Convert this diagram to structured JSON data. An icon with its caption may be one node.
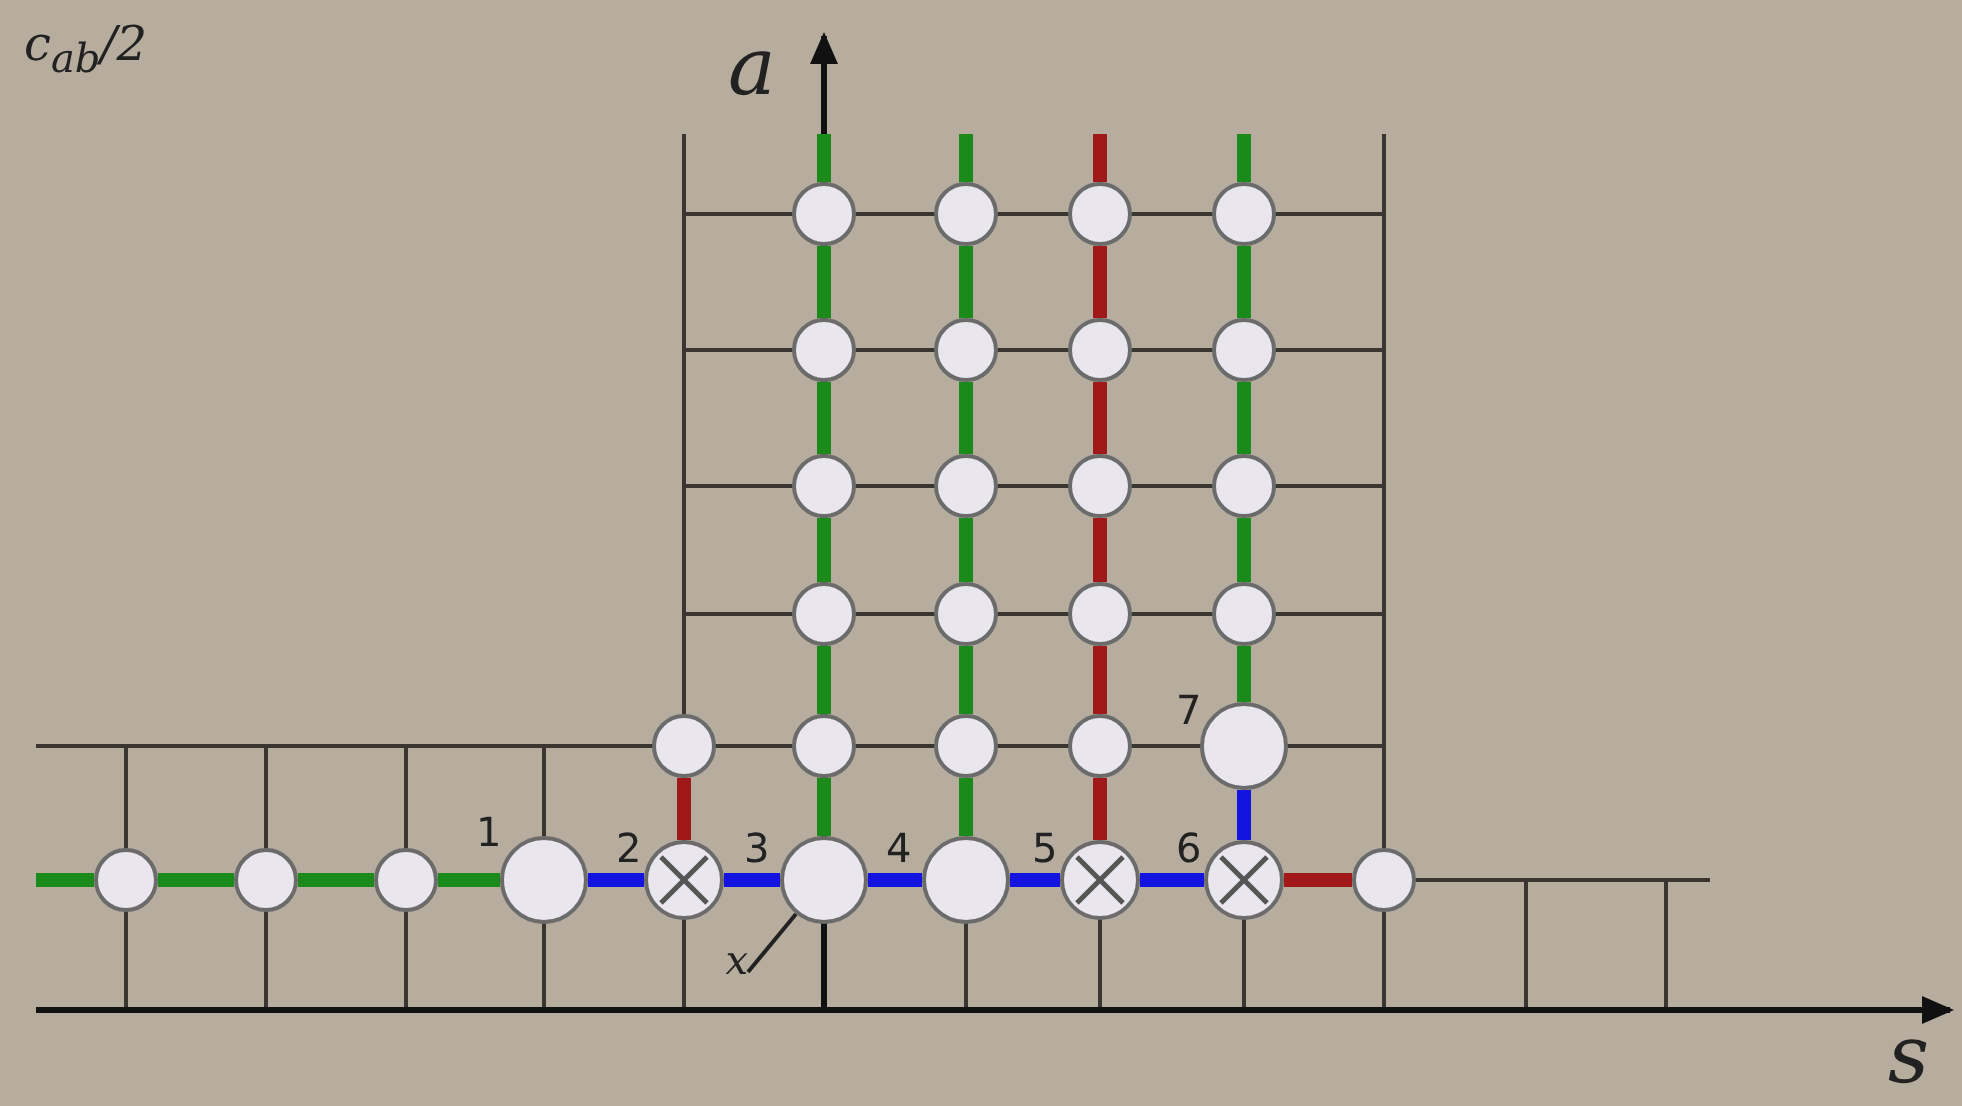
{
  "diagram": {
    "nodes": [
      {
        "text": [],
        "shape": "circle"
      },
      {
        "text": [],
        "shape": "circle"
      },
      {
        "text": [],
        "shape": "circle"
      },
      {
        "text": [],
        "shape": "circle"
      },
      {
        "text": [],
        "shape": "circle"
      },
      {
        "text": [],
        "shape": "circle"
      },
      {
        "text": [],
        "shape": "circle"
      },
      {
        "text": [],
        "shape": "circle"
      },
      {
        "text": [],
        "shape": "circle"
      },
      {
        "text": [],
        "shape": "circle"
      },
      {
        "text": [],
        "shape": "circle"
      },
      {
        "text": [],
        "shape": "circle"
      },
      {
        "text": [],
        "shape": "circle"
      },
      {
        "text": [],
        "shape": "circle"
      },
      {
        "text": [],
        "shape": "circle"
      },
      {
        "text": [],
        "shape": "circle"
      },
      {
        "text": [],
        "shape": "circle"
      },
      {
        "text": [],
        "shape": "circle"
      },
      {
        "text": [],
        "shape": "circle"
      },
      {
        "text": [],
        "shape": "circle"
      },
      {
        "text": [],
        "shape": "circle",
        "beside": [
          "7"
        ]
      },
      {
        "text": [],
        "shape": "circle"
      },
      {
        "text": [],
        "shape": "circle"
      },
      {
        "text": [],
        "shape": "circle"
      },
      {
        "text": [],
        "shape": "circle",
        "beside": [
          "1"
        ]
      },
      {
        "text": [],
        "shape": "crossed-circle",
        "beside": [
          "2"
        ]
      },
      {
        "text": [],
        "shape": "circle",
        "beside": [
          "3"
        ]
      },
      {
        "text": [],
        "shape": "circle",
        "beside": [
          "4"
        ]
      },
      {
        "text": [],
        "shape": "crossed-circle",
        "beside": [
          "5"
        ]
      },
      {
        "text": [],
        "shape": "crossed-circle",
        "beside": [
          "6"
        ]
      },
      {
        "text": [],
        "shape": "circle"
      },
      {
        "text": [
          "x"
        ]
      }
    ],
    "edges": [
      {
        "from": 21,
        "to": null,
        "arrow": "none"
      },
      {
        "from": 21,
        "to": 22,
        "arrow": "none"
      },
      {
        "from": 22,
        "to": 23,
        "arrow": "none"
      },
      {
        "from": 23,
        "to": 24,
        "arrow": "none"
      },
      {
        "from": 24,
        "to": 25,
        "arrow": "none",
        "color": "#1414e0"
      },
      {
        "from": 25,
        "to": 26,
        "arrow": "none",
        "color": "#1414e0"
      },
      {
        "from": 26,
        "to": 27,
        "arrow": "none",
        "color": "#1414e0"
      },
      {
        "from": 27,
        "to": 28,
        "arrow": "none",
        "color": "#1414e0"
      },
      {
        "from": 28,
        "to": 29,
        "arrow": "none",
        "color": "#1414e0"
      },
      {
        "from": 29,
        "to": 30,
        "arrow": "none",
        "color": "#a01818"
      },
      {
        "from": 25,
        "to": 16,
        "arrow": "none",
        "color": "#a01818"
      },
      {
        "from": 26,
        "to": 17,
        "arrow": "none"
      },
      {
        "from": 17,
        "to": 12,
        "arrow": "none"
      },
      {
        "from": 12,
        "to": 8,
        "arrow": "none"
      },
      {
        "from": 8,
        "to": 4,
        "arrow": "none"
      },
      {
        "from": 4,
        "to": 0,
        "arrow": "none"
      },
      {
        "from": 0,
        "to": null,
        "arrow": "none"
      },
      {
        "from": 27,
        "to": 18,
        "arrow": "none"
      },
      {
        "from": 18,
        "to": 13,
        "arrow": "none"
      },
      {
        "from": 13,
        "to": 9,
        "arrow": "none"
      },
      {
        "from": 9,
        "to": 5,
        "arrow": "none"
      },
      {
        "from": 5,
        "to": 1,
        "arrow": "none"
      },
      {
        "from": 1,
        "to": null,
        "arrow": "none"
      },
      {
        "from": 28,
        "to": 19,
        "arrow": "none",
        "color": "#a01818"
      },
      {
        "from": 19,
        "to": 14,
        "arrow": "none",
        "color": "#a01818"
      },
      {
        "from": 14,
        "to": 10,
        "arrow": "none",
        "color": "#a01818"
      },
      {
        "from": 10,
        "to": 6,
        "arrow": "none",
        "color": "#a01818"
      },
      {
        "from": 6,
        "to": 2,
        "arrow": "none",
        "color": "#a01818"
      },
      {
        "from": 2,
        "to": null,
        "arrow": "none",
        "color": "#a01818"
      },
      {
        "from": 29,
        "to": 20,
        "arrow": "none",
        "color": "#1414e0"
      },
      {
        "from": 20,
        "to": 15,
        "arrow": "none"
      },
      {
        "from": 15,
        "to": 11,
        "arrow": "none"
      },
      {
        "from": 11,
        "to": 7,
        "arrow": "none"
      },
      {
        "from": 7,
        "to": 3,
        "arrow": "none"
      },
      {
        "from": 3,
        "to": null,
        "arrow": "none"
      },
      {
        "from": 31,
        "to": 26,
        "arrow": "none",
        "color": "#222222"
      }
    ],
    "labels": [
      "c$_{ab}$/2",
      "a",
      "s"
    ]
  }
}
